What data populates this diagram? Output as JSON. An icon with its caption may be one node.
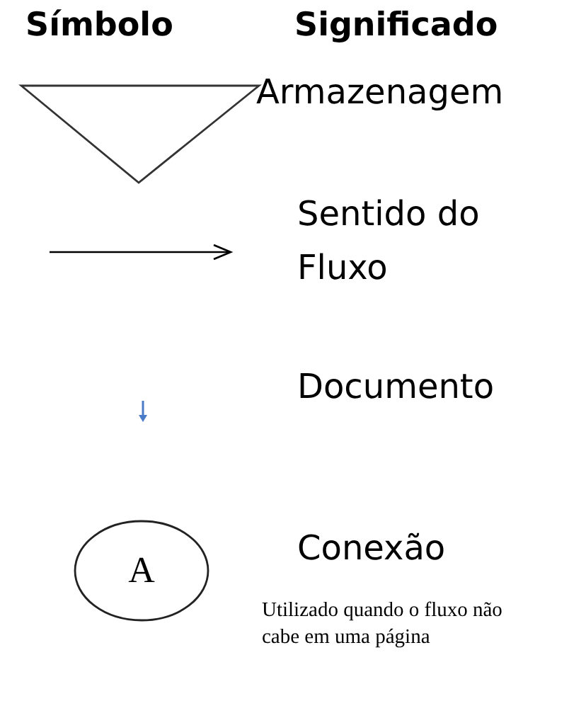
{
  "diagram": {
    "nodes": [
      {
        "text": [],
        "shape": "triangle"
      },
      {
        "text": [
          "A"
        ]
      }
    ],
    "edges": [],
    "labels": [
      "Símbolo",
      "Significado",
      "Armazenagem",
      "Sentido do Fluxo",
      "Documento",
      "Conexão",
      "Utilizado quando o fluxo não cabe em uma página"
    ]
  }
}
